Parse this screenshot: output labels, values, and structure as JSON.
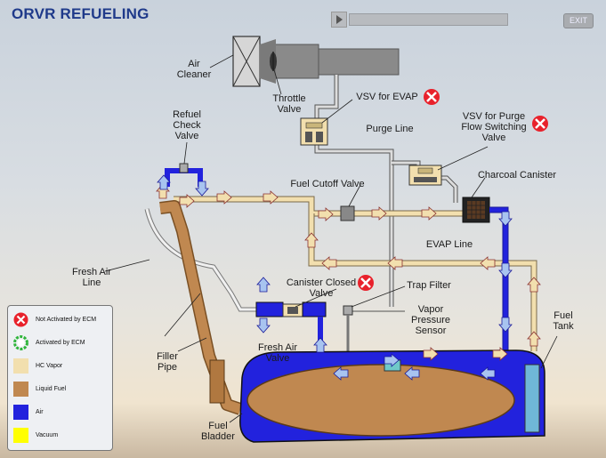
{
  "title": "ORVR REFUELING",
  "controls": {
    "exit_label": "EXIT",
    "progress": 0.0
  },
  "labels": {
    "air_cleaner": "Air\nCleaner",
    "throttle_valve": "Throttle\nValve",
    "vsv_evap": "VSV for EVAP",
    "vsv_purge": "VSV for Purge\nFlow Switching\nValve",
    "purge_line": "Purge Line",
    "charcoal_canister": "Charcoal Canister",
    "refuel_check_valve": "Refuel\nCheck\nValve",
    "fuel_cutoff_valve": "Fuel Cutoff Valve",
    "evap_line": "EVAP Line",
    "fresh_air_line": "Fresh Air\nLine",
    "canister_closed_valve": "Canister Closed\nValve",
    "trap_filter": "Trap Filter",
    "vapor_pressure_sensor": "Vapor\nPressure\nSensor",
    "fresh_air_valve": "Fresh Air\nValve",
    "filler_pipe": "Filler\nPipe",
    "fuel_tank": "Fuel\nTank",
    "fuel_bladder": "Fuel\nBladder"
  },
  "legend": [
    {
      "text": "Not Activated by ECM",
      "kind": "not-activated-icon",
      "color": "#e8212b"
    },
    {
      "text": "Activated by ECM",
      "kind": "activated-icon",
      "color": "#2fb53a"
    },
    {
      "text": "HC Vapor",
      "kind": "swatch",
      "color": "#f2dfae"
    },
    {
      "text": "Liquid Fuel",
      "kind": "swatch",
      "color": "#c08850"
    },
    {
      "text": "Air",
      "kind": "swatch",
      "color": "#2222dd"
    },
    {
      "text": "Vacuum",
      "kind": "swatch",
      "color": "#ffff00"
    }
  ],
  "colors": {
    "hc_vapor": "#f2dfae",
    "liquid_fuel": "#c08850",
    "air": "#2222dd",
    "vacuum": "#ffff00",
    "not_activated": "#e8212b",
    "activated": "#2fb53a"
  }
}
